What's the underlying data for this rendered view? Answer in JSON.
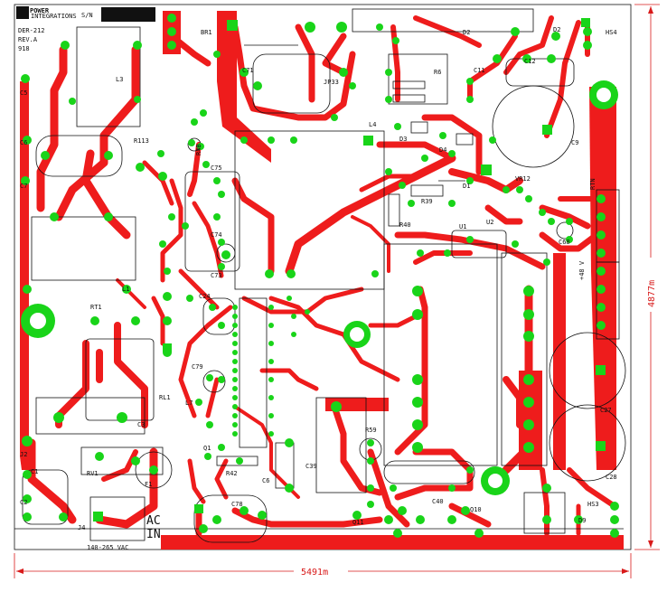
{
  "logo": {
    "brand": "POWER",
    "sub": "INTEGRATIONS"
  },
  "header": {
    "sn_label": "S/N",
    "part": "DER-212",
    "rev": "REV.A",
    "code": "918"
  },
  "dimensions": {
    "width": "5491m",
    "height": "4877m"
  },
  "connectors": {
    "input": "AC\nIN",
    "input_line1": "AC",
    "input_line2": "IN",
    "voltage": "140-265 VAC",
    "output_pos": "+48 V",
    "output_rtn": "RTN"
  },
  "refs": {
    "c5": "C5",
    "c6": "C6",
    "c7": "C7",
    "l3": "L3",
    "rt113": "R113",
    "l1": "L1",
    "rt1": "RT1",
    "c3": "C3",
    "rl1": "RL1",
    "j2": "J2",
    "c1": "C1",
    "c2": "C2",
    "rv1": "RV1",
    "f1": "F1",
    "j4": "J4",
    "br1": "BR1",
    "c71": "C71",
    "jp33": "JP33",
    "r6": "R6",
    "l4": "L4",
    "d3": "D3",
    "d4": "D4",
    "d2": "D2",
    "c11": "C11",
    "d02": "D2",
    "hs4": "HS4",
    "c9": "C9",
    "c12": "C12",
    "c75": "C75",
    "c74": "C74",
    "c73": "C73",
    "c24": "C24",
    "c79": "C79",
    "l7": "L7",
    "q1": "Q1",
    "r42": "R42",
    "c6b": "C6",
    "c39": "C39",
    "r59": "R59",
    "q11": "Q11",
    "c40": "C40",
    "q10": "Q10",
    "c78": "C78",
    "vr12": "VR12",
    "r39": "R39",
    "r40": "R40",
    "u2": "U2",
    "c68": "C68",
    "c27": "C27",
    "c28": "C28",
    "hs3": "HS3",
    "d9": "D9",
    "d1": "D1",
    "u1": "U1",
    "r4b": "R4B"
  }
}
